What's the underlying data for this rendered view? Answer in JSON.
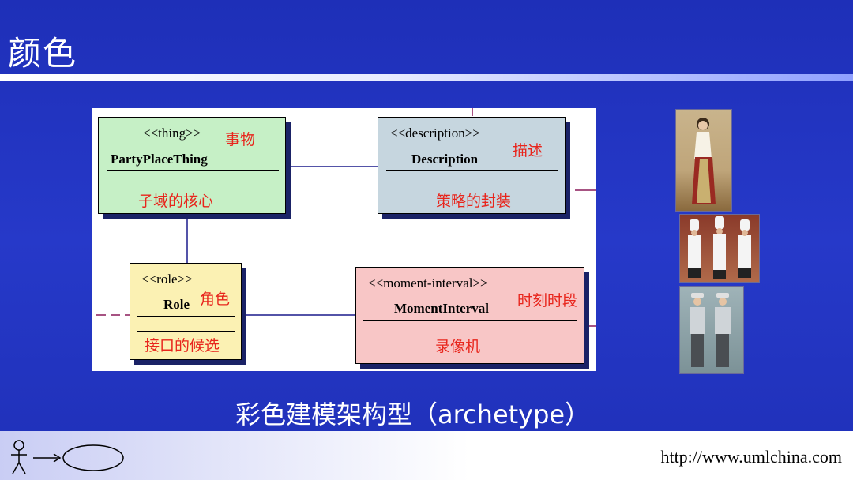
{
  "slide": {
    "title": "颜色",
    "caption": "彩色建模架构型（archetype）",
    "footer_url": "http://www.umlchina.com"
  },
  "diagram": {
    "classes": [
      {
        "stereotype": "<<thing>>",
        "name": "PartyPlaceThing",
        "label": "事物",
        "note": "子域的核心",
        "color": "#c6f0c6"
      },
      {
        "stereotype": "<<description>>",
        "name": "Description",
        "label": "描述",
        "note": "策略的封装",
        "color": "#c6d6df"
      },
      {
        "stereotype": "<<role>>",
        "name": "Role",
        "label": "角色",
        "note": "接口的候选",
        "color": "#fbf1b3"
      },
      {
        "stereotype": "<<moment-interval>>",
        "name": "MomentInterval",
        "label": "时刻时段",
        "note": "录像机",
        "color": "#f8c6c6"
      }
    ]
  },
  "photos": [
    {
      "icon": "woman-in-uniform-photo"
    },
    {
      "icon": "chefs-photo"
    },
    {
      "icon": "workers-in-uniform-photo"
    }
  ],
  "colors": {
    "background": "#2235c4",
    "connector": "#1a1a8c",
    "label_red": "#e8251c"
  }
}
